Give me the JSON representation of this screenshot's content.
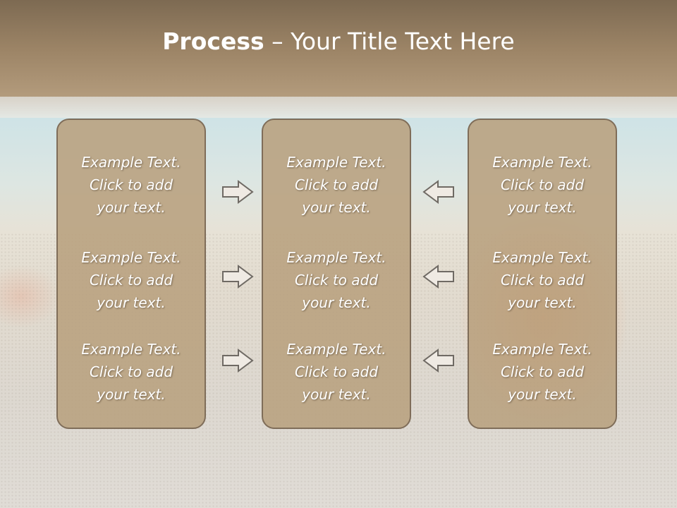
{
  "slide": {
    "title_bold": "Process",
    "title_rest": " – Your Title Text Here"
  },
  "columns": [
    {
      "items": [
        {
          "line1": "Example Text.",
          "line2": "Click  to add",
          "line3": "your text."
        },
        {
          "line1": "Example Text.",
          "line2": "Click  to add",
          "line3": "your text."
        },
        {
          "line1": "Example Text.",
          "line2": "Click  to add",
          "line3": "your text."
        }
      ]
    },
    {
      "items": [
        {
          "line1": "Example Text.",
          "line2": "Click  to add",
          "line3": "your text."
        },
        {
          "line1": "Example Text.",
          "line2": "Click  to add",
          "line3": "your text."
        },
        {
          "line1": "Example Text.",
          "line2": "Click  to add",
          "line3": "your text."
        }
      ]
    },
    {
      "items": [
        {
          "line1": "Example Text.",
          "line2": "Click  to add",
          "line3": "your text."
        },
        {
          "line1": "Example Text.",
          "line2": "Click  to add",
          "line3": "your text."
        },
        {
          "line1": "Example Text.",
          "line2": "Click  to add",
          "line3": "your text."
        }
      ]
    }
  ],
  "icons": {
    "left_arrows": "arrow-right-icon",
    "right_arrows": "arrow-left-icon"
  },
  "colors": {
    "header": "#9c8466",
    "panel": "#b8a07e",
    "panel_border": "#7f6d59",
    "text": "#ffffff"
  }
}
